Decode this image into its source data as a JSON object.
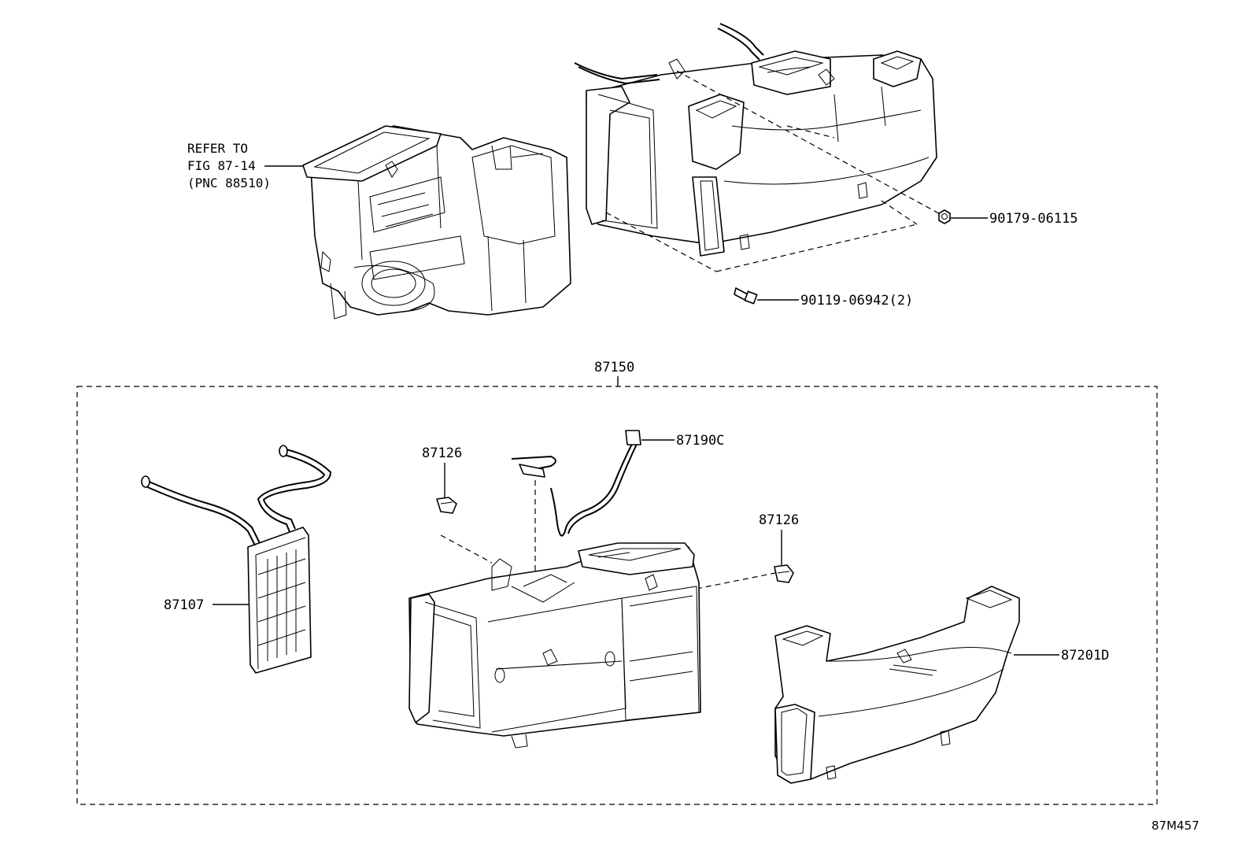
{
  "refer": {
    "line1": "REFER TO",
    "line2": "FIG 87-14",
    "line3": "(PNC 88510)"
  },
  "callouts": {
    "nut": "90179-06115",
    "screw": "90119-06942(2)",
    "assembly": "87150",
    "clip_left": "87126",
    "clip_right": "87126",
    "harness": "87190C",
    "core": "87107",
    "duct": "87201D"
  },
  "figure_id": "87M457"
}
